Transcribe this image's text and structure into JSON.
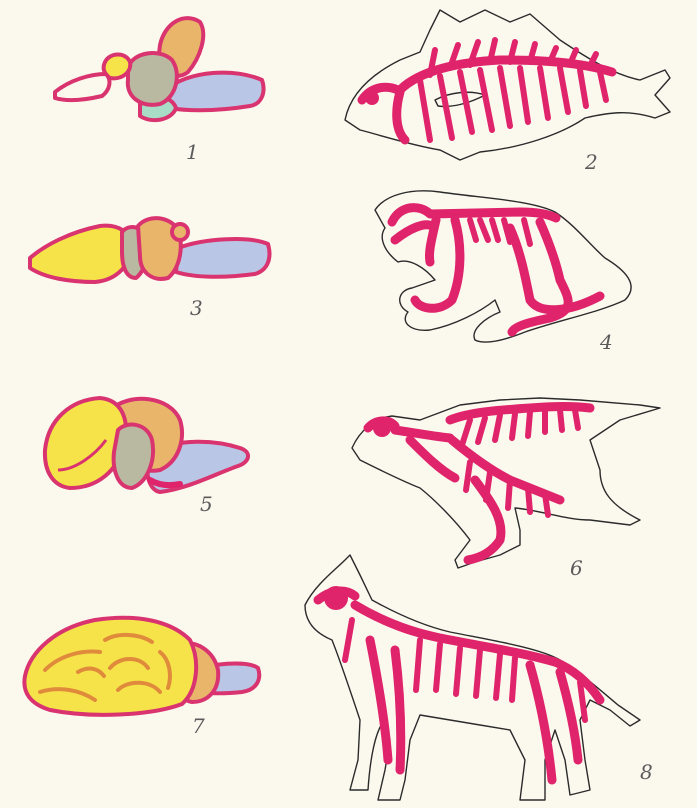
{
  "figure": {
    "labels": [
      "1",
      "2",
      "3",
      "4",
      "5",
      "6",
      "7",
      "8"
    ]
  },
  "colors": {
    "paper": "#fbf8ee",
    "outline_pink": "#d9346f",
    "nervous_system_magenta": "#e0246b",
    "brain_yellow": "#f6e34a",
    "brain_orange": "#e9b56b",
    "brain_gray_green": "#b9b8a0",
    "brain_blue": "#b9c6e6",
    "brain_teal": "#a9dcc6",
    "sketch_line": "#2b2b2b"
  },
  "icons": [
    "fish-brain-icon",
    "fish-nervous-system-icon",
    "frog-brain-icon",
    "frog-nervous-system-icon",
    "bird-brain-icon",
    "bird-nervous-system-icon",
    "dog-brain-icon",
    "dog-nervous-system-icon"
  ]
}
